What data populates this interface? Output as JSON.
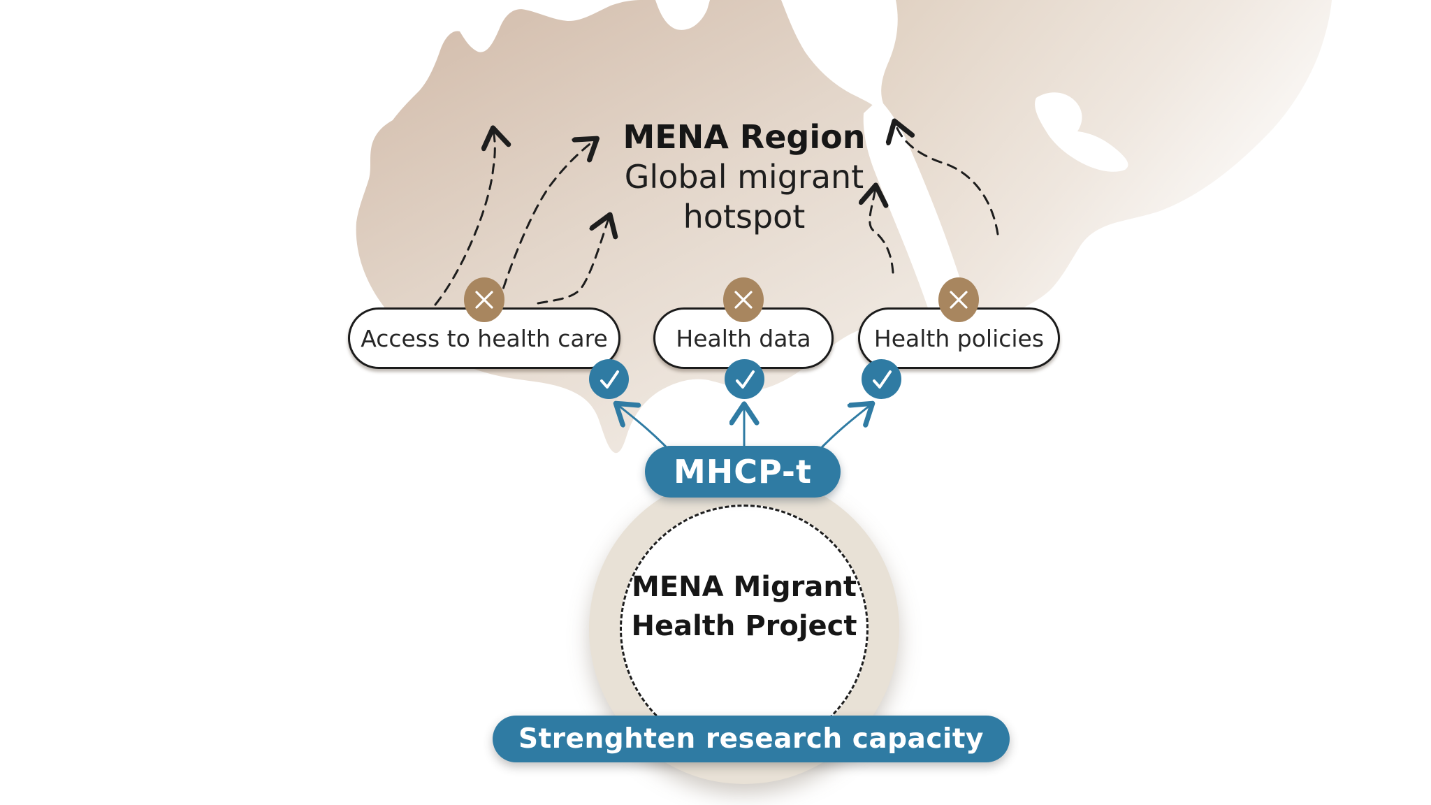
{
  "title": {
    "heading": "MENA Region",
    "subtitle_line1": "Global migrant",
    "subtitle_line2": "hotspot"
  },
  "topics": [
    {
      "label": "Access to health care",
      "blocked_icon": "x-icon",
      "achieved_icon": "check-icon"
    },
    {
      "label": "Health data",
      "blocked_icon": "x-icon",
      "achieved_icon": "check-icon"
    },
    {
      "label": "Health policies",
      "blocked_icon": "x-icon",
      "achieved_icon": "check-icon"
    }
  ],
  "hub": {
    "label": "MHCP-t"
  },
  "project": {
    "line1": "MENA Migrant",
    "line2": "Health Project"
  },
  "banner": {
    "label": "Strenghten research capacity"
  },
  "icons": {
    "x_icon_glyph": "✕",
    "check_icon_glyph": "✓",
    "migration_route_icon": "dashed-arrow-icon"
  },
  "colors": {
    "teal": "#2f7ba3",
    "brown": "#a8865f",
    "ring_beige": "#e8e1d6",
    "map_tan_dark": "#d5c0b0",
    "map_tan_light": "#f6f1ec",
    "outline_dark": "#1b1b1b"
  }
}
